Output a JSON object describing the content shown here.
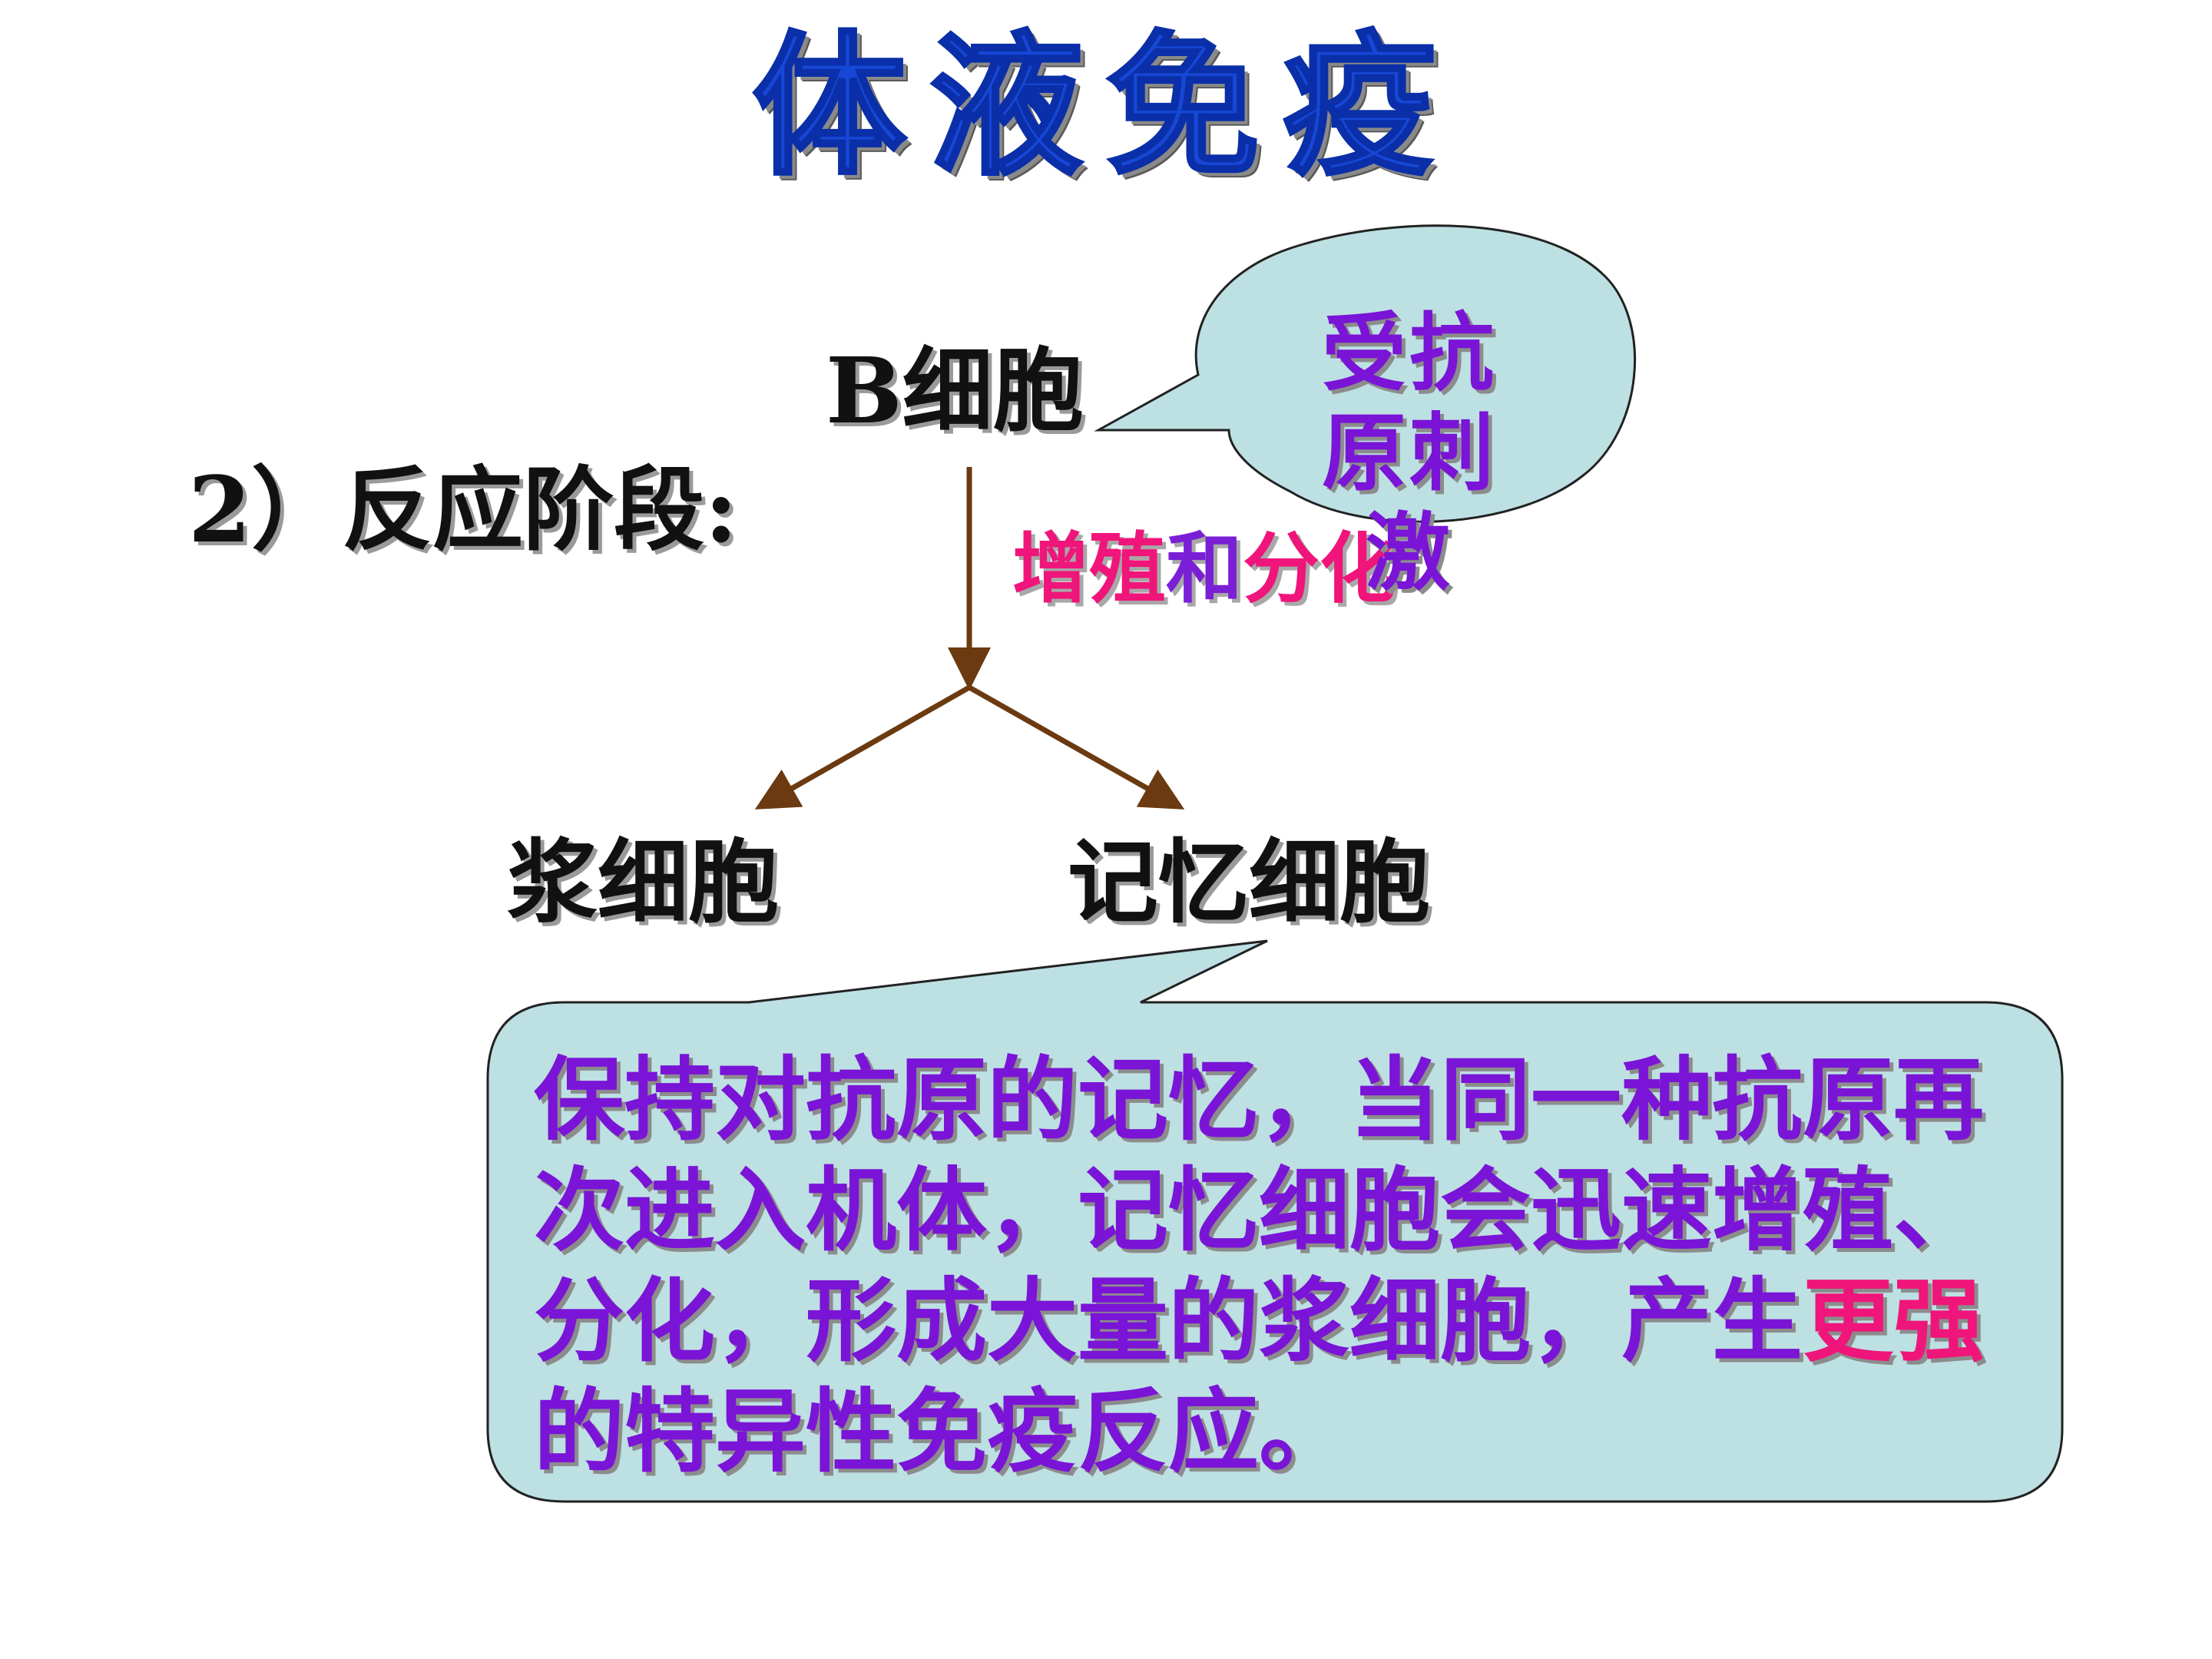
{
  "title": "体液免疫",
  "stage_label": "2）反应阶段:",
  "nodes": {
    "b_cell": "B细胞",
    "plasma_cell": "浆细胞",
    "memory_cell": "记忆细胞"
  },
  "arrow_label": {
    "part1": "增殖",
    "conj": "和",
    "part2": "分化"
  },
  "callout_stimulus": "受抗原刺激",
  "callout_memory": {
    "text_main": "保持对抗原的记忆，当同一种抗原再次进入机体，记忆细胞会迅速增殖、分化，形成大量的浆细胞，产生",
    "text_emphasis": "更强",
    "text_end": "的特异性免疫反应。"
  },
  "colors": {
    "title": "#1747d6",
    "callout_fill": "#bde0e3",
    "callout_text": "#7a14d6",
    "emphasis": "#f0157a",
    "arrow": "#6b3a10"
  }
}
